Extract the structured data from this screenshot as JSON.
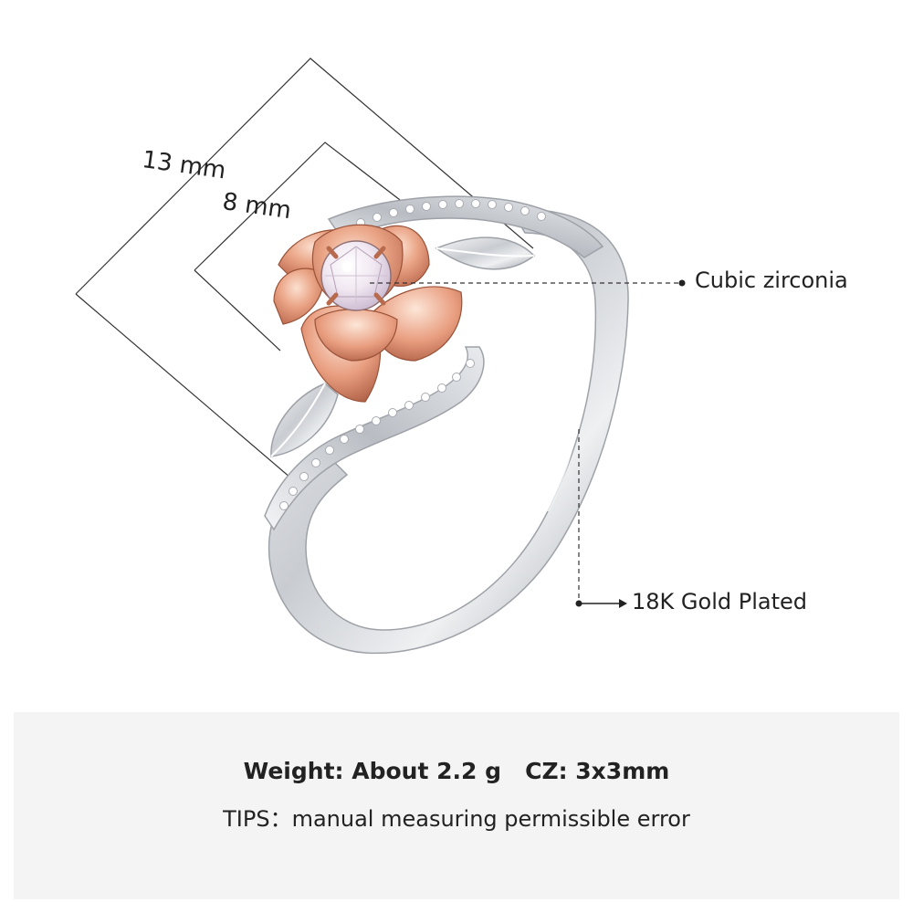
{
  "dimensions": {
    "outer": "13 mm",
    "inner": "8 mm"
  },
  "callouts": {
    "stone": "Cubic zirconia",
    "plating": "18K Gold Plated"
  },
  "specs": {
    "weight": "Weight: About 2.2 g",
    "cz": "CZ: 3x3mm",
    "tips": "TIPS：manual measuring permissible error"
  },
  "colors": {
    "rose_gold": "#e9a98c",
    "silver": "#d6d8dc",
    "panel": "#f4f4f4"
  }
}
